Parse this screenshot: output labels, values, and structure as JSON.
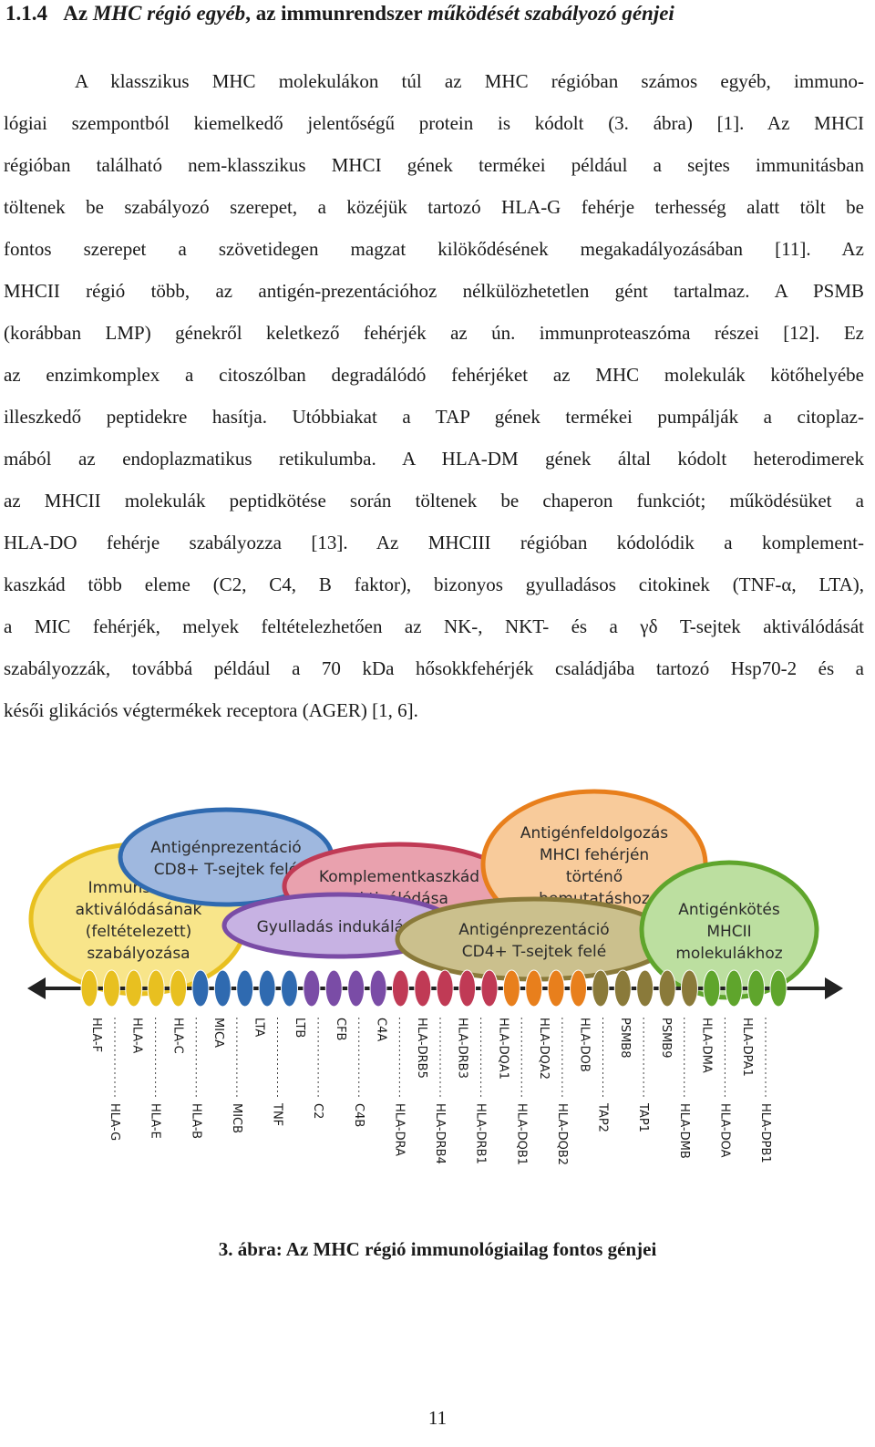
{
  "heading": {
    "number": "1.1.4",
    "part1": "Az ",
    "part2": "MHC régió egyéb",
    "part3": ", az immunrendszer ",
    "part4": "működését szabályozó génjei"
  },
  "paragraph_lines": [
    "A klasszikus MHC molekulákon túl az MHC régióban számos egyéb, immuno-",
    "lógiai szempontból kiemelkedő jelentőségű protein is kódolt (3. ábra) [1]. Az MHCI",
    "régióban található nem-klasszikus MHCI gének termékei például a sejtes immunitásban",
    "töltenek be szabályozó szerepet, a közéjük tartozó HLA-G fehérje terhesség alatt tölt be",
    "fontos szerepet a szövetidegen magzat kilökődésének megakadályozásában [11]. Az",
    "MHCII régió több, az antigén-prezentációhoz nélkülözhetetlen gént tartalmaz. A PSMB",
    "(korábban LMP) génekről keletkező fehérjék az ún. immunproteaszóma részei [12]. Ez",
    "az enzimkomplex a citoszólban degradálódó fehérjéket az MHC molekulák kötőhelyébe",
    "illeszkedő peptidekre hasítja. Utóbbiakat a TAP gének termékei pumpálják a citoplaz-",
    "mából az endoplazmatikus retikulumba. A HLA-DM gének által kódolt heterodimerek",
    "az MHCII molekulák peptidkötése során töltenek be chaperon funkciót; működésüket a",
    "HLA-DO fehérje szabályozza [13]. Az MHCIII régióban kódolódik a komplement-",
    "kaszkád több eleme (C2, C4, B faktor), bizonyos gyulladásos citokinek (TNF-α, LTA),",
    "a MIC fehérjék, melyek feltételezhetően az NK-, NKT- és a γδ T-sejtek aktiválódását",
    "szabályozzák, továbbá például a 70 kDa hősokkfehérjék családjába tartozó Hsp70-2 és a",
    "késői glikációs végtermékek receptora (AGER) [1, 6]."
  ],
  "figure": {
    "ellipses": [
      {
        "lines": [
          "Antigénprezentáció",
          "CD8+ T-sejtek felé"
        ],
        "color": "#2f6ab0",
        "fill": "#9fb8df"
      },
      {
        "lines": [
          "Immunsejtek",
          "aktiválódásának",
          "(feltételezett)",
          "szabályozása"
        ],
        "color": "#e8c020",
        "fill": "#f8e58a"
      },
      {
        "lines": [
          "Komplementkaszkád",
          "aktiválódása"
        ],
        "color": "#c03a55",
        "fill": "#e9a1ae"
      },
      {
        "lines": [
          "Gyulladás indukálása"
        ],
        "color": "#7a4ca6",
        "fill": "#c7b2e3"
      },
      {
        "lines": [
          "Antigénfeldolgozás",
          "MHCI fehérjén",
          "történő",
          "bemutatáshoz"
        ],
        "color": "#e87f1c",
        "fill": "#f8cb9b"
      },
      {
        "lines": [
          "Antigénprezentáció",
          "CD4+ T-sejtek felé"
        ],
        "color": "#8a7a3a",
        "fill": "#cbc08d"
      },
      {
        "lines": [
          "Antigénkötés",
          "MHCII",
          "molekulákhoz"
        ],
        "color": "#5fa52c",
        "fill": "#bcdfa0"
      }
    ],
    "genes_top": [
      "HLA-F",
      "HLA-A",
      "HLA-C",
      "MICA",
      "LTA",
      "LTB",
      "CFB",
      "C4A",
      "HLA-DRB5",
      "HLA-DRB3",
      "HLA-DQA1",
      "HLA-DQA2",
      "HLA-DOB",
      "PSMB8",
      "PSMB9",
      "HLA-DMA",
      "HLA-DPA1"
    ],
    "genes_bottom": [
      "HLA-G",
      "HLA-E",
      "HLA-B",
      "MICB",
      "TNF",
      "C2",
      "C4B",
      "HLA-DRA",
      "HLA-DRB4",
      "HLA-DRB1",
      "HLA-DQB1",
      "HLA-DQB2",
      "TAP2",
      "TAP1",
      "HLA-DMB",
      "HLA-DOA",
      "HLA-DPB1"
    ],
    "bead_colors": [
      "#e8c020",
      "#2f6ab0",
      "#7a4ca6",
      "#c03a55",
      "#e87f1c",
      "#8a7a3a",
      "#5fa52c"
    ]
  },
  "caption": "3. ábra: Az MHC régió immunológiailag fontos génjei",
  "page_number": "11"
}
